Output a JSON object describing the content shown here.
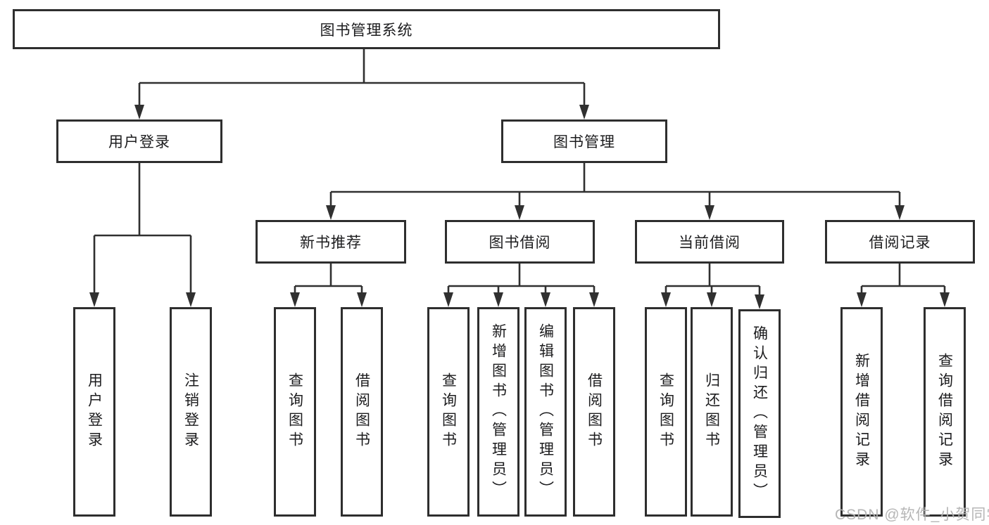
{
  "tree": {
    "root": "图书管理系统",
    "branches": [
      {
        "label": "用户登录",
        "children": [
          "用户登录",
          "注销登录"
        ]
      },
      {
        "label": "图书管理",
        "sections": [
          {
            "label": "新书推荐",
            "children": [
              "查询图书",
              "借阅图书"
            ]
          },
          {
            "label": "图书借阅",
            "children": [
              "查询图书",
              "新增图书（管理员）",
              "编辑图书（管理员）",
              "借阅图书"
            ]
          },
          {
            "label": "当前借阅",
            "children": [
              "查询图书",
              "归还图书",
              "确认归还（管理员）"
            ]
          },
          {
            "label": "借阅记录",
            "children": [
              "新增借阅记录",
              "查询借阅记录"
            ]
          }
        ]
      }
    ]
  },
  "watermark": {
    "text": "CSDN @软件_小贺同学"
  },
  "colors": {
    "line": "#303030",
    "border": "#2e2e2e",
    "text": "#1c1c1e",
    "watermark": "#b2b2b2",
    "background": "#ffffff"
  }
}
